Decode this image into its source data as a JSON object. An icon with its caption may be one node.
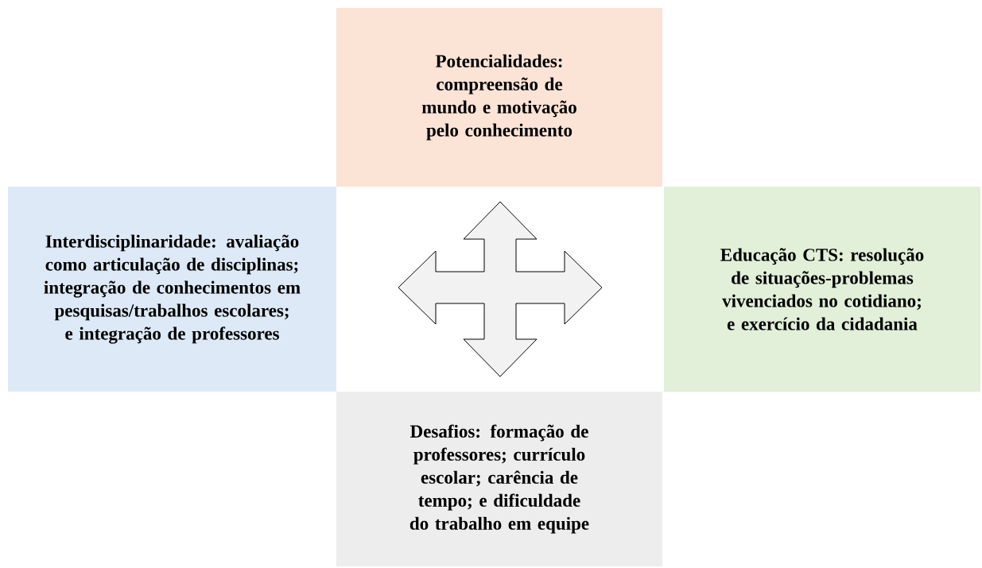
{
  "diagram": {
    "nodes": [
      {
        "text": [
          "Potencialidades: compreensão de mundo e motivação pelo conhecimento"
        ]
      },
      {
        "text": [
          "Interdisciplinaridade: avaliação como articulação de disciplinas; integração de conhecimentos em pesquisas/trabalhos escolares; e integração de professores"
        ]
      },
      {
        "text": [
          "Educação CTS: resolução de situações-problemas vivenciados no cotidiano; e exercício da cidadania"
        ]
      },
      {
        "text": [
          "Desafios: formação de professores; currículo escolar; carência de tempo; e dificuldade do trabalho em equipe"
        ]
      }
    ],
    "edges": [
      {
        "from": 0,
        "to": 3,
        "arrow": "both"
      },
      {
        "from": 1,
        "to": 2,
        "arrow": "both"
      }
    ]
  }
}
